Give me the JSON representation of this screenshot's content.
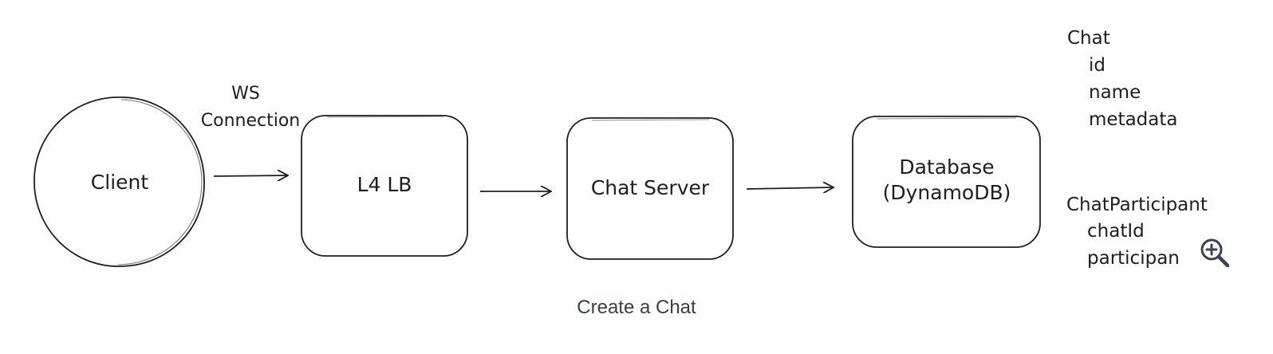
{
  "nodes": {
    "client": "Client",
    "load_balancer": "L4 LB",
    "chat_server": "Chat Server",
    "database_line1": "Database",
    "database_line2": "(DynamoDB)"
  },
  "edges": {
    "client_to_lb_label_line1": "WS",
    "client_to_lb_label_line2": "Connection"
  },
  "schema": {
    "chat_title": "Chat",
    "chat_fields": [
      "id",
      "name",
      "metadata"
    ],
    "participant_title": "ChatParticipant",
    "participant_fields": [
      "chatId",
      "participan"
    ]
  },
  "caption": "Create a Chat",
  "icons": {
    "zoom": "zoom-in-icon"
  }
}
